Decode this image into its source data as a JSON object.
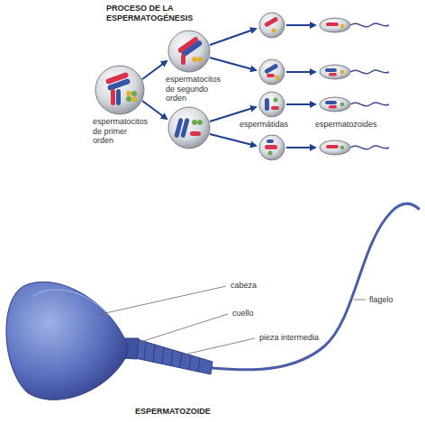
{
  "diagram": {
    "title": "PROCESO DE LA ESPERMATOGÉNESIS",
    "labels": [
      "espermatocitos de segundo orden",
      "espermatocitos de primer orden",
      "espermátidas",
      "espermatozoides",
      "cabeza",
      "cuello",
      "pieza intermedia",
      "flagelo",
      "ESPERMATOZOIDE"
    ]
  }
}
